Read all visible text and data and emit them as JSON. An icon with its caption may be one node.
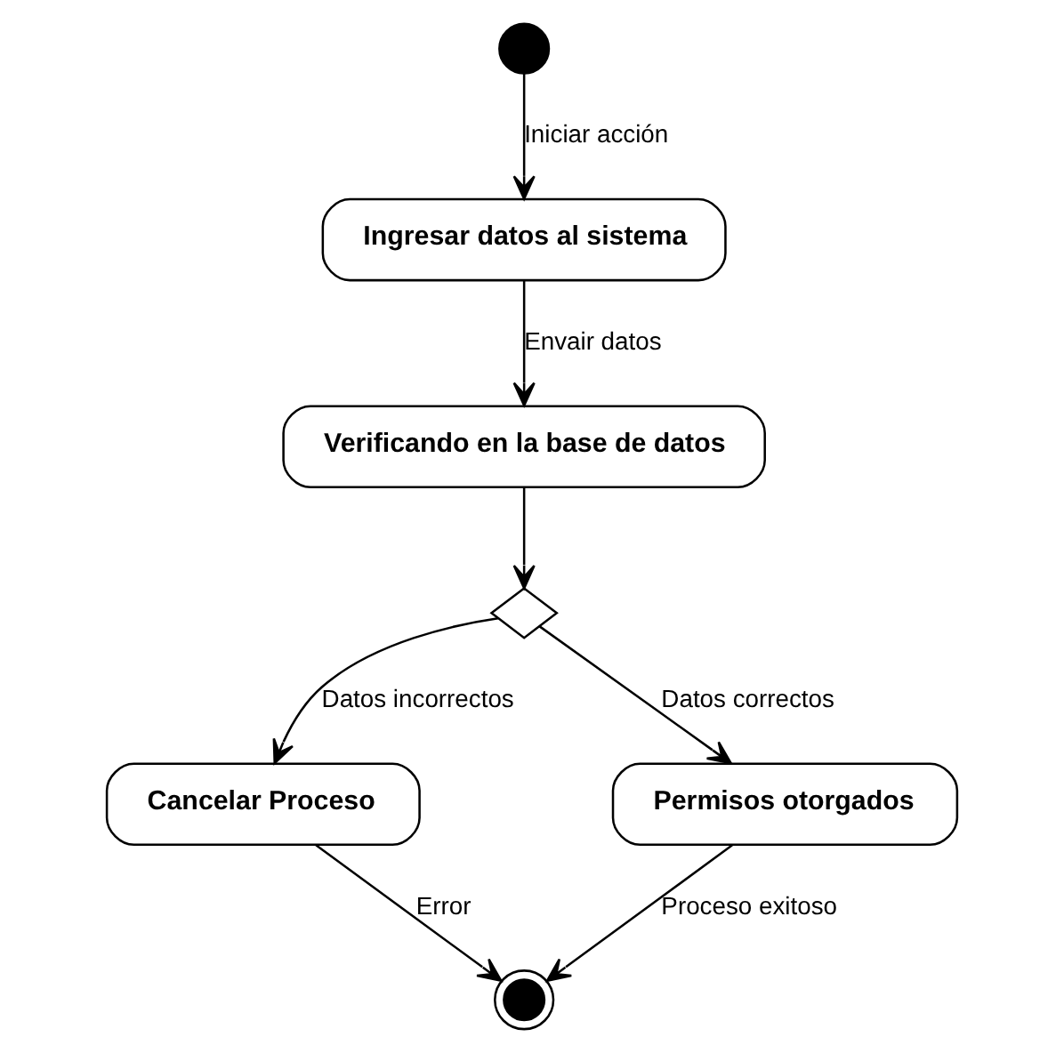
{
  "diagram": {
    "nodes": [
      {
        "text": [],
        "shape": "circle"
      },
      {
        "text": [
          "Ingresar datos al sistema"
        ]
      },
      {
        "text": [
          "Verificando en la base de datos"
        ]
      },
      {
        "text": [],
        "shape": "diamond"
      },
      {
        "text": [
          "Cancelar Proceso"
        ]
      },
      {
        "text": [
          "Permisos otorgados"
        ]
      },
      {
        "text": [],
        "shape": "circle"
      }
    ],
    "edges": [
      {
        "from": 0,
        "to": 1,
        "arrow": "to",
        "label": "Iniciar acción"
      },
      {
        "from": 1,
        "to": 2,
        "arrow": "to",
        "label": "Envair datos"
      },
      {
        "from": 2,
        "to": 3,
        "arrow": "to"
      },
      {
        "from": 3,
        "to": 4,
        "arrow": "to",
        "label": "Datos incorrectos"
      },
      {
        "from": 3,
        "to": 5,
        "arrow": "to",
        "label": "Datos correctos"
      },
      {
        "from": 4,
        "to": 6,
        "arrow": "to",
        "label": "Error"
      },
      {
        "from": 5,
        "to": 6,
        "arrow": "to",
        "label": "Proceso exitoso"
      }
    ]
  }
}
